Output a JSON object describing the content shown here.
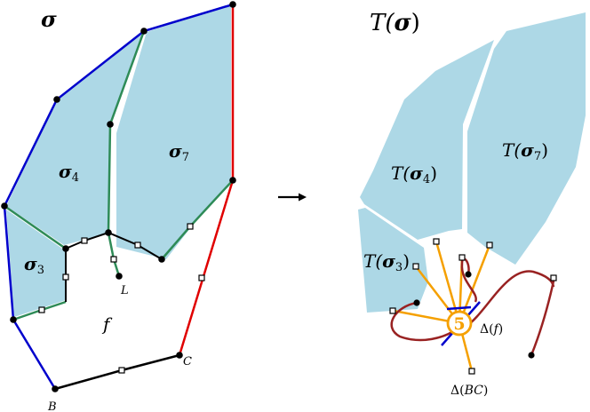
{
  "left_panel": {
    "title": "σ",
    "region_labels": {
      "sigma4": {
        "symbol": "σ",
        "sub": "4"
      },
      "sigma7": {
        "symbol": "σ",
        "sub": "7"
      },
      "sigma3": {
        "symbol": "σ",
        "sub": "3"
      }
    },
    "face_label": "f",
    "vertex_labels": {
      "L": "L",
      "B": "B",
      "C": "C"
    }
  },
  "right_panel": {
    "title_prefix": "T(",
    "title_symbol": "σ",
    "title_suffix": ")",
    "region_labels": {
      "t4": {
        "prefix": "T(",
        "symbol": "σ",
        "sub": "4",
        "suffix": ")"
      },
      "t7": {
        "prefix": "T(",
        "symbol": "σ",
        "sub": "7",
        "suffix": ")"
      },
      "t3": {
        "prefix": "T(",
        "symbol": "σ",
        "sub": "3",
        "suffix": ")"
      }
    },
    "center_number": "5",
    "delta_f": {
      "prefix": "Δ(",
      "arg": "f",
      "suffix": ")"
    },
    "delta_bc": {
      "prefix": "Δ(",
      "arg": "BC",
      "suffix": ")"
    }
  },
  "arrow": "→",
  "colors": {
    "region_fill": "#add8e6",
    "blue_edge": "#0000cc",
    "red_edge": "#e00000",
    "green_edge": "#2e8b57",
    "orange_edge": "#f5a000",
    "maroon_edge": "#992222",
    "black_edge": "#000000"
  }
}
